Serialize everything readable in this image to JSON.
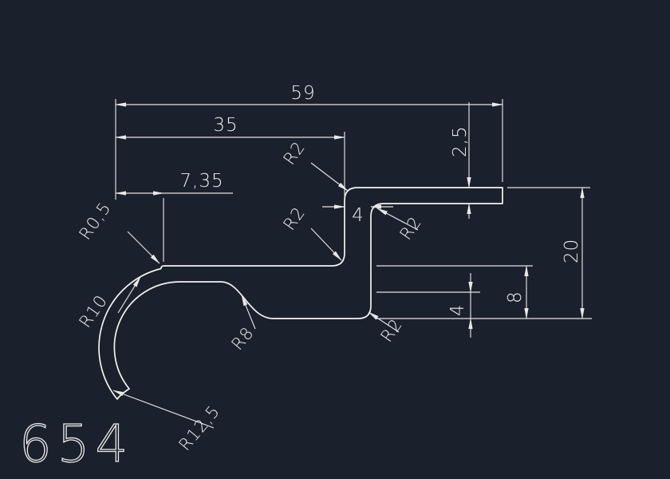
{
  "app": {
    "background": "#1a212d",
    "line_color": "#f2f2f2"
  },
  "drawing": {
    "part_number": "654",
    "dimensions": {
      "overall_width": "59",
      "upper_width": "35",
      "tip_offset": "7,35",
      "flange_thickness": "2,5",
      "overall_height": "20",
      "foot_height": "8",
      "bottom_step": "4",
      "web_thickness": "4"
    },
    "radius_labels": {
      "top_corner": "R2",
      "leg_corner": "R2",
      "flange_corner": "R2",
      "bottom_corner": "R2",
      "tip": "R0,5",
      "hook_inner": "R10",
      "ramp": "R8",
      "hook_outer": "R12,5"
    }
  }
}
